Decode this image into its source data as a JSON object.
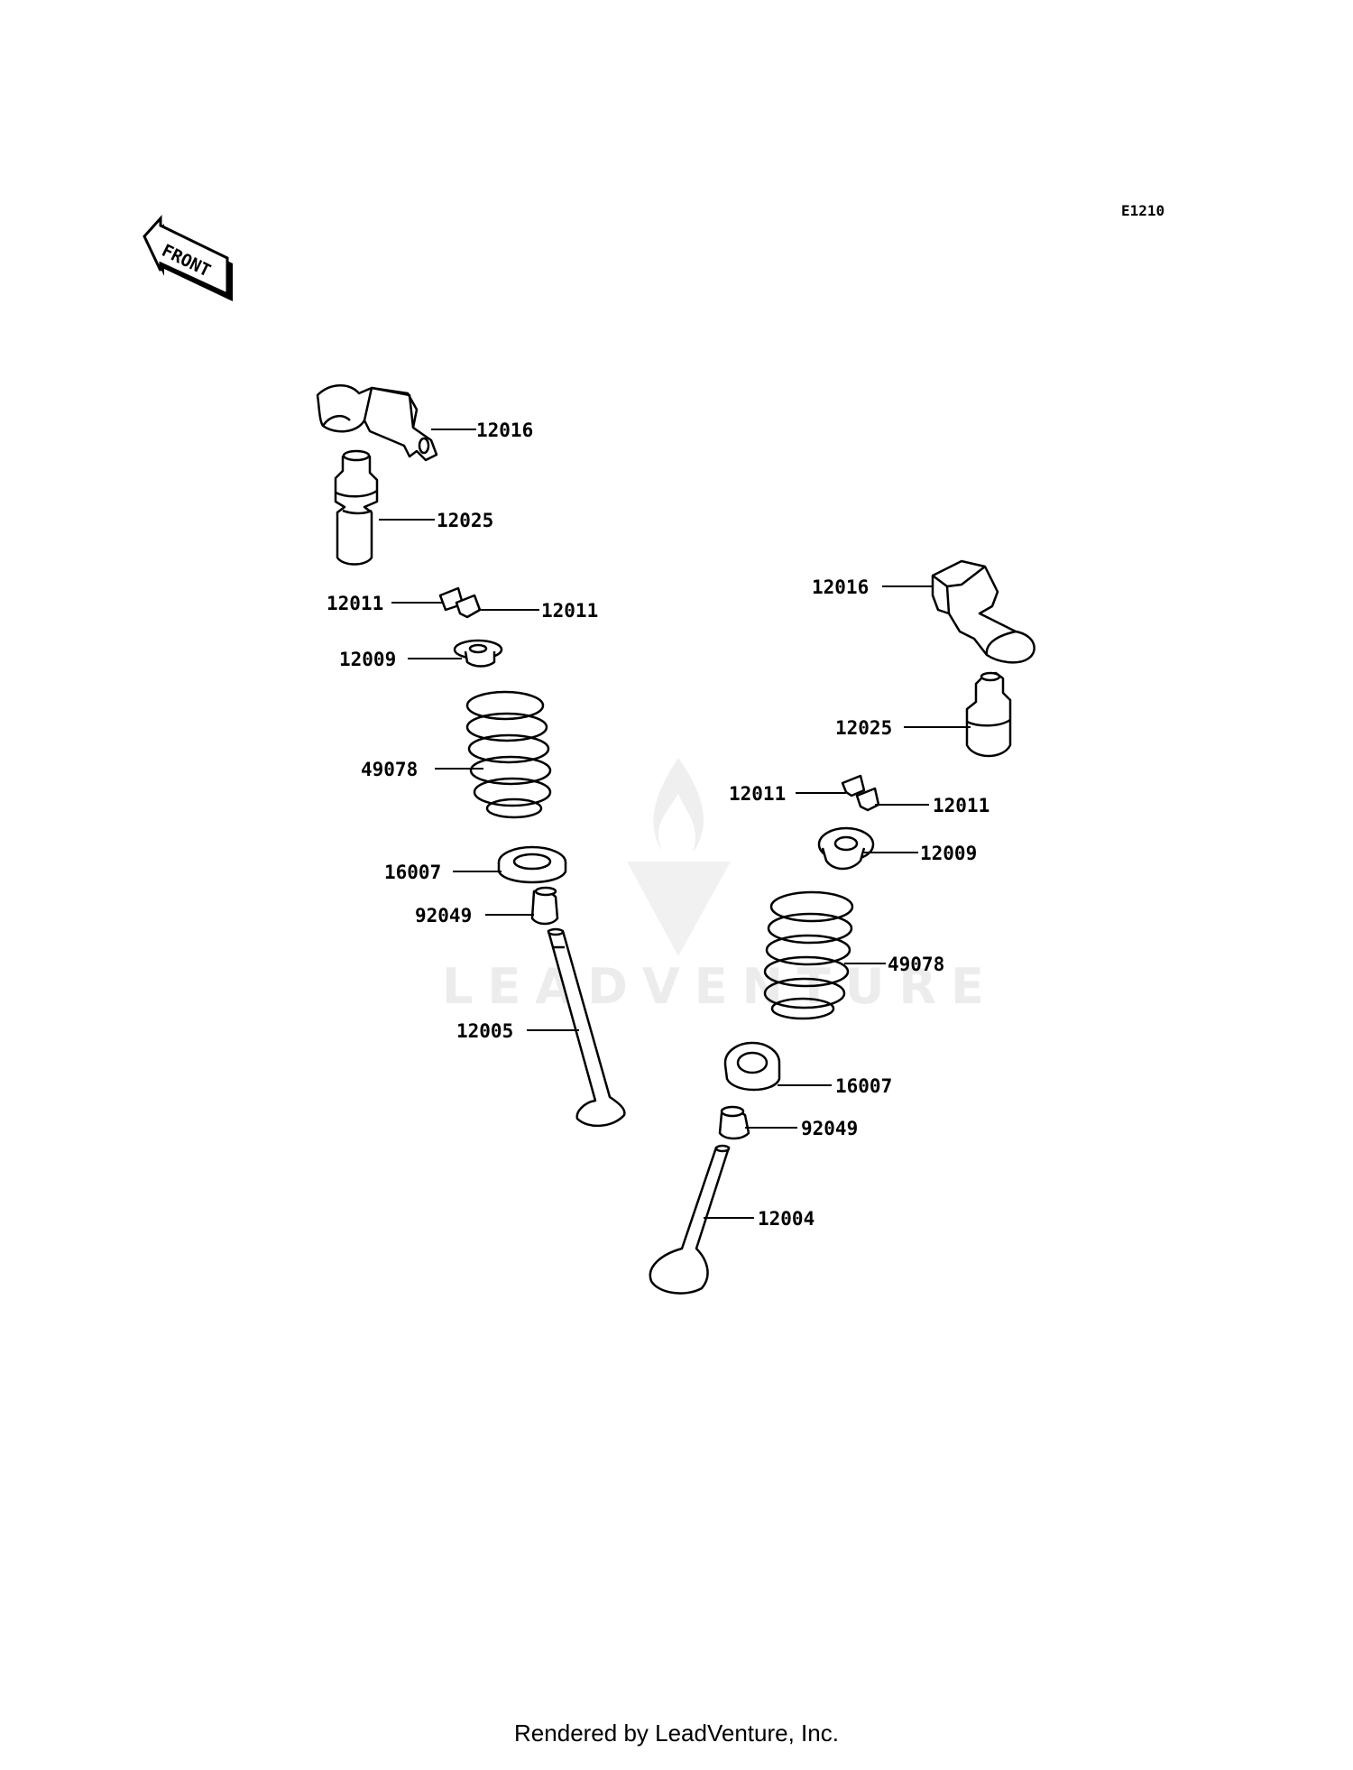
{
  "diagram": {
    "code": "E1210",
    "front_arrow_label": "FRONT",
    "watermark": "LEADVENTURE",
    "footer": "Rendered by LeadVenture, Inc."
  },
  "callouts": {
    "left_rocker": "12016",
    "left_lifter": "12025",
    "left_keeper_a": "12011",
    "left_keeper_b": "12011",
    "left_retainer": "12009",
    "left_spring": "49078",
    "left_seat": "16007",
    "left_seal": "92049",
    "left_valve": "12005",
    "right_rocker": "12016",
    "right_lifter": "12025",
    "right_keeper_a": "12011",
    "right_keeper_b": "12011",
    "right_retainer": "12009",
    "right_spring": "49078",
    "right_seat": "16007",
    "right_seal": "92049",
    "right_valve": "12004"
  },
  "colors": {
    "line": "#000000",
    "watermark": "#ececec"
  }
}
